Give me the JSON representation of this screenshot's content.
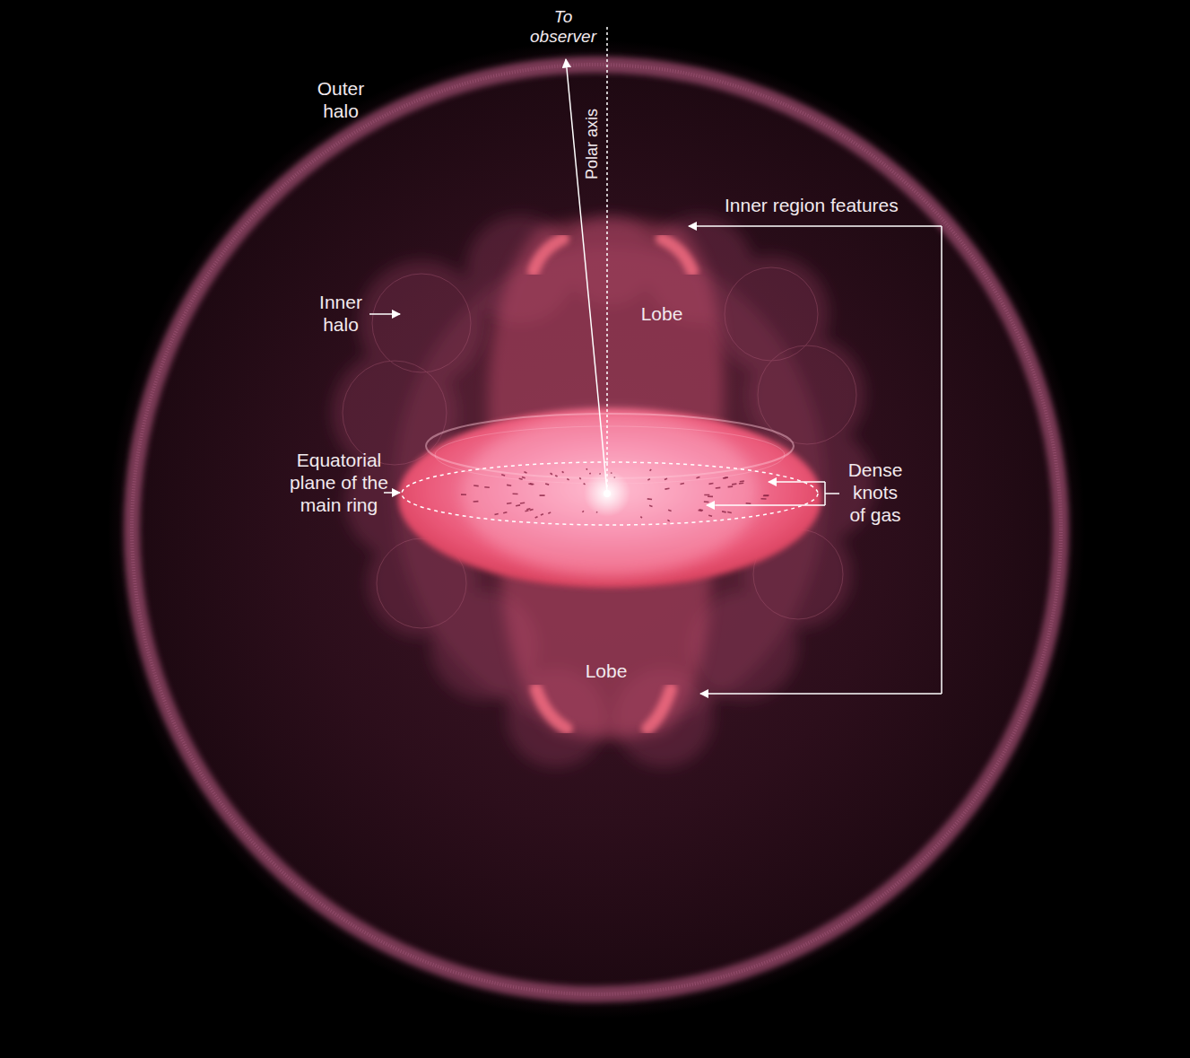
{
  "diagram": {
    "labels": [
      "To observer",
      "Polar axis",
      "Outer halo",
      "Inner region features",
      "Inner halo",
      "Lobe",
      "Equatorial plane of the main ring",
      "Dense knots of gas",
      "Lobe"
    ]
  }
}
